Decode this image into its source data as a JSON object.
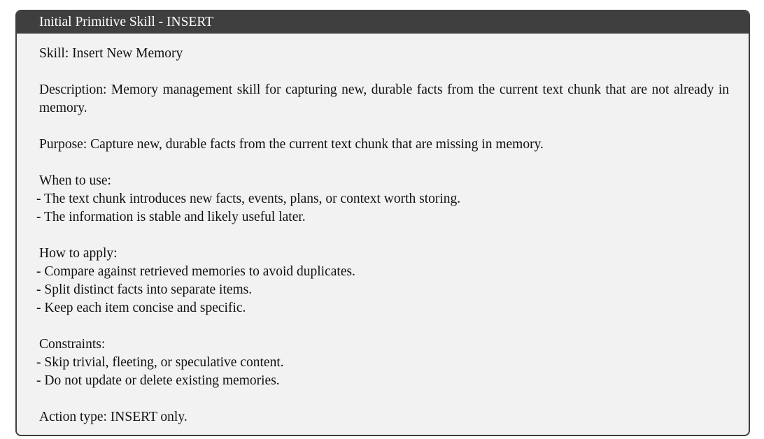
{
  "box": {
    "title": "Initial Primitive Skill - INSERT"
  },
  "skill_line": "Skill: Insert New Memory",
  "description": "Description: Memory management skill for capturing new, durable facts from the current text chunk that are not already in memory.",
  "purpose": "Purpose: Capture new, durable facts from the current text chunk that are missing in memory.",
  "when_to_use": {
    "heading": "When to use:",
    "items": [
      "- The text chunk introduces new facts, events, plans, or context worth storing.",
      "- The information is stable and likely useful later."
    ]
  },
  "how_to_apply": {
    "heading": "How to apply:",
    "items": [
      "- Compare against retrieved memories to avoid duplicates.",
      "- Split distinct facts into separate items.",
      "- Keep each item concise and specific."
    ]
  },
  "constraints": {
    "heading": "Constraints:",
    "items": [
      "- Skip trivial, fleeting, or speculative content.",
      "- Do not update or delete existing memories."
    ]
  },
  "action_type": "Action type: INSERT only.",
  "colors": {
    "header_bg": "#3f3f3f",
    "body_bg": "#f2f2f2",
    "header_text": "#ffffff"
  }
}
